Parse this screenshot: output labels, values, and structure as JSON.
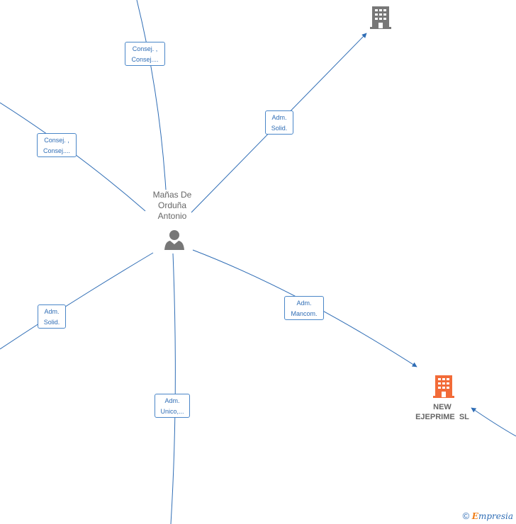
{
  "person": {
    "name_lines": [
      "Mañas De",
      "Orduña",
      "Antonio"
    ]
  },
  "company_target": {
    "name_lines": [
      "NEW",
      "EJEPRIME  SL"
    ]
  },
  "edges": [
    {
      "lines": [
        "Consej. ,",
        "Consej...."
      ]
    },
    {
      "lines": [
        "Consej. ,",
        "Consej...."
      ]
    },
    {
      "lines": [
        "Adm.",
        "Solid."
      ]
    },
    {
      "lines": [
        "Adm.",
        "Solid."
      ]
    },
    {
      "lines": [
        "Adm.",
        "Mancom."
      ]
    },
    {
      "lines": [
        "Adm.",
        "Unico,..."
      ]
    }
  ],
  "footer": {
    "copyright": "©",
    "brand_first": "E",
    "brand_rest": "mpresia"
  },
  "colors": {
    "edge": "#2f6db5",
    "company_icon": "#f26b38",
    "company_icon_gray": "#777777",
    "person_icon": "#777777"
  }
}
